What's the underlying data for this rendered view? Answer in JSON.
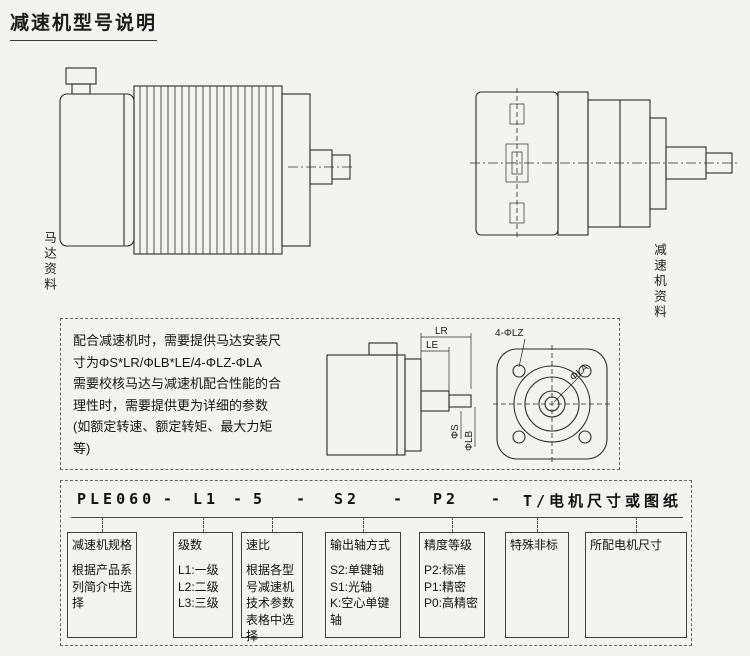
{
  "page": {
    "title": "减速机型号说明"
  },
  "colors": {
    "ink": "#2b2b2b",
    "background": "#f3f3f0"
  },
  "labels": {
    "motor_data": "马达资料",
    "gearbox_data": "减速机资料"
  },
  "note_box": {
    "text": "配合减速机时，需要提供马达安装尺\n寸为ΦS*LR/ΦLB*LE/4-ΦLZ-ΦLA\n需要校核马达与减速机配合性能的合\n理性时，需要提供更为详细的参数\n(如额定转速、额定转矩、最大力矩\n等)",
    "dimensions": {
      "lr": "LR",
      "le": "LE",
      "lz": "4-ΦLZ",
      "la": "ΦLA",
      "s": "ΦS",
      "lb": "ΦLB"
    }
  },
  "model_code": {
    "separator": "-",
    "segments": [
      "PLE060",
      "L1",
      "5",
      "S2",
      "P2",
      "T/电机尺寸或图纸"
    ],
    "columns": [
      {
        "title": "减速机规格",
        "body": "根据产品系\n列简介中选\n择"
      },
      {
        "title": "级数",
        "body": "L1:一级\nL2:二级\nL3:三级"
      },
      {
        "title": "速比",
        "body": "根据各型\n号减速机\n技术参数\n表格中选\n择"
      },
      {
        "title": "输出轴方式",
        "body": "S2:单键轴\nS1:光轴\nK:空心单键\n轴"
      },
      {
        "title": "精度等级",
        "body": "P2:标准\nP1:精密\nP0:高精密"
      },
      {
        "title": "特殊非标",
        "body": ""
      },
      {
        "title": "所配电机尺寸",
        "body": ""
      }
    ]
  }
}
